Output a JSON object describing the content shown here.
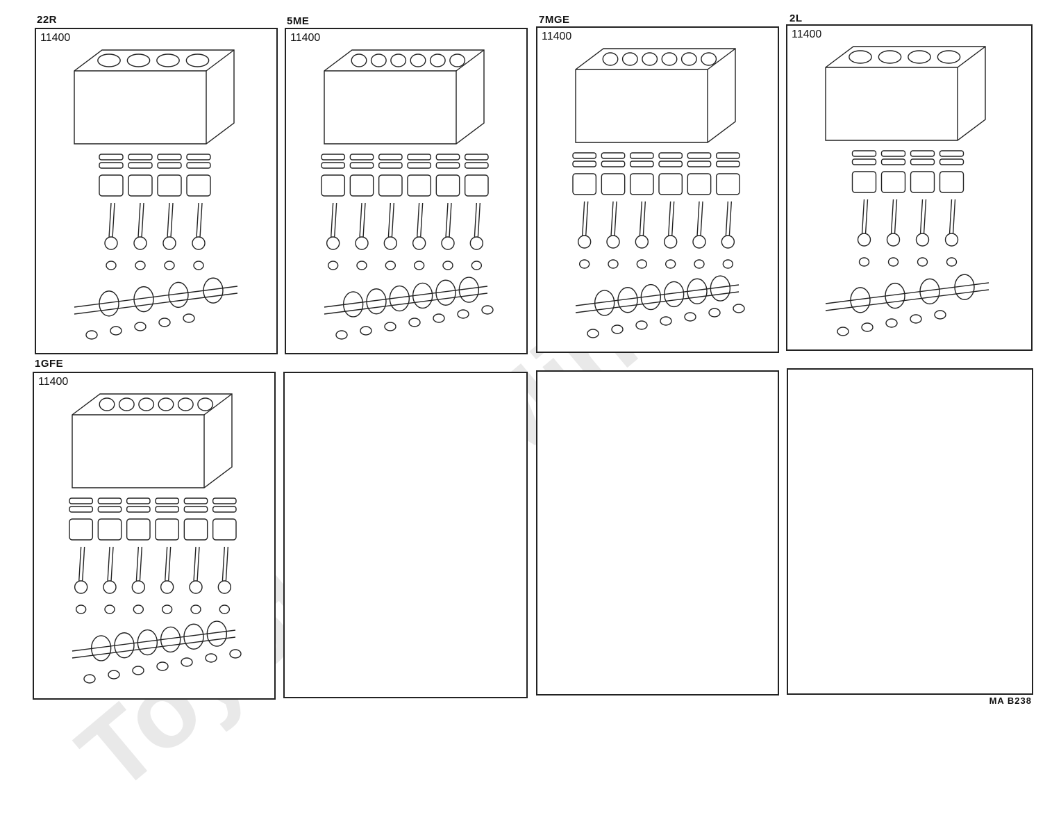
{
  "panels": [
    {
      "engine": "22R",
      "part_no": "11400"
    },
    {
      "engine": "5ME",
      "part_no": "11400"
    },
    {
      "engine": "7MGE",
      "part_no": "11400"
    },
    {
      "engine": "2L",
      "part_no": "11400"
    },
    {
      "engine": "1GFE",
      "part_no": "11400"
    }
  ],
  "figure_code": "MA B238",
  "watermark": "ToyotaCarMine"
}
